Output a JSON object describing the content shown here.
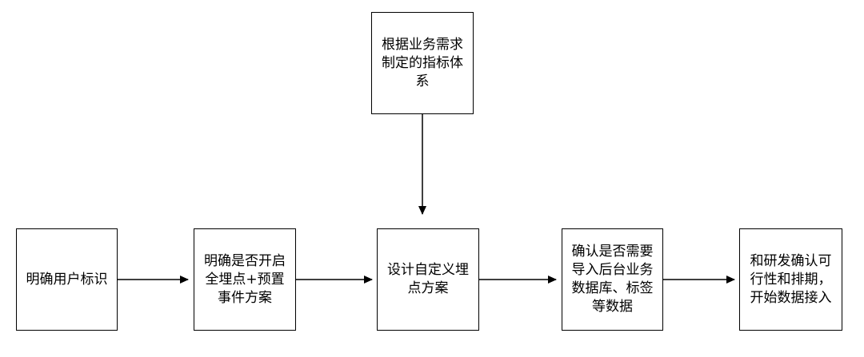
{
  "diagram": {
    "nodes": {
      "indicator_system": {
        "label": "根据业务需求制定的指标体系"
      },
      "user_id": {
        "label": "明确用户标识"
      },
      "full_tracking": {
        "label": "明确是否开启全埋点+预置事件方案"
      },
      "custom_tracking": {
        "label": "设计自定义埋点方案"
      },
      "import_data": {
        "label": "确认是否需要导入后台业务数据库、标签等数据"
      },
      "confirm_dev": {
        "label": "和研发确认可行性和排期，开始数据接入"
      }
    },
    "edges": [
      {
        "from": "indicator_system",
        "to": "custom_tracking"
      },
      {
        "from": "user_id",
        "to": "full_tracking"
      },
      {
        "from": "full_tracking",
        "to": "custom_tracking"
      },
      {
        "from": "custom_tracking",
        "to": "import_data"
      },
      {
        "from": "import_data",
        "to": "confirm_dev"
      }
    ],
    "style": {
      "line_color": "#000000",
      "box_border_color": "#000000",
      "background": "#ffffff"
    }
  }
}
